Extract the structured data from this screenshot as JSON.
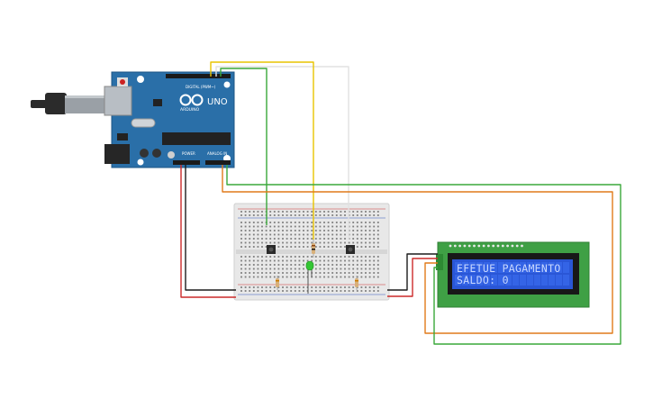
{
  "arduino": {
    "model_label": "UNO",
    "brand_label": "ARDUINO",
    "digital_label": "DIGITAL (PWM~)",
    "power_label": "POWER",
    "analog_label": "ANALOG IN"
  },
  "lcd": {
    "line1": "EFETUE PAGAMENTO",
    "line2": "SALDO: 0"
  },
  "colors": {
    "pcb": "#2a6fa8",
    "lcd_board": "#3fa045",
    "lcd_screen": "#2a56d6",
    "wire_red": "#cc2a2a",
    "wire_black": "#1c1c1c",
    "wire_green": "#3aa83a",
    "wire_yellow": "#e8c400",
    "wire_white": "#e2e2e2",
    "wire_orange": "#e07a1a",
    "led": "#34c634"
  }
}
